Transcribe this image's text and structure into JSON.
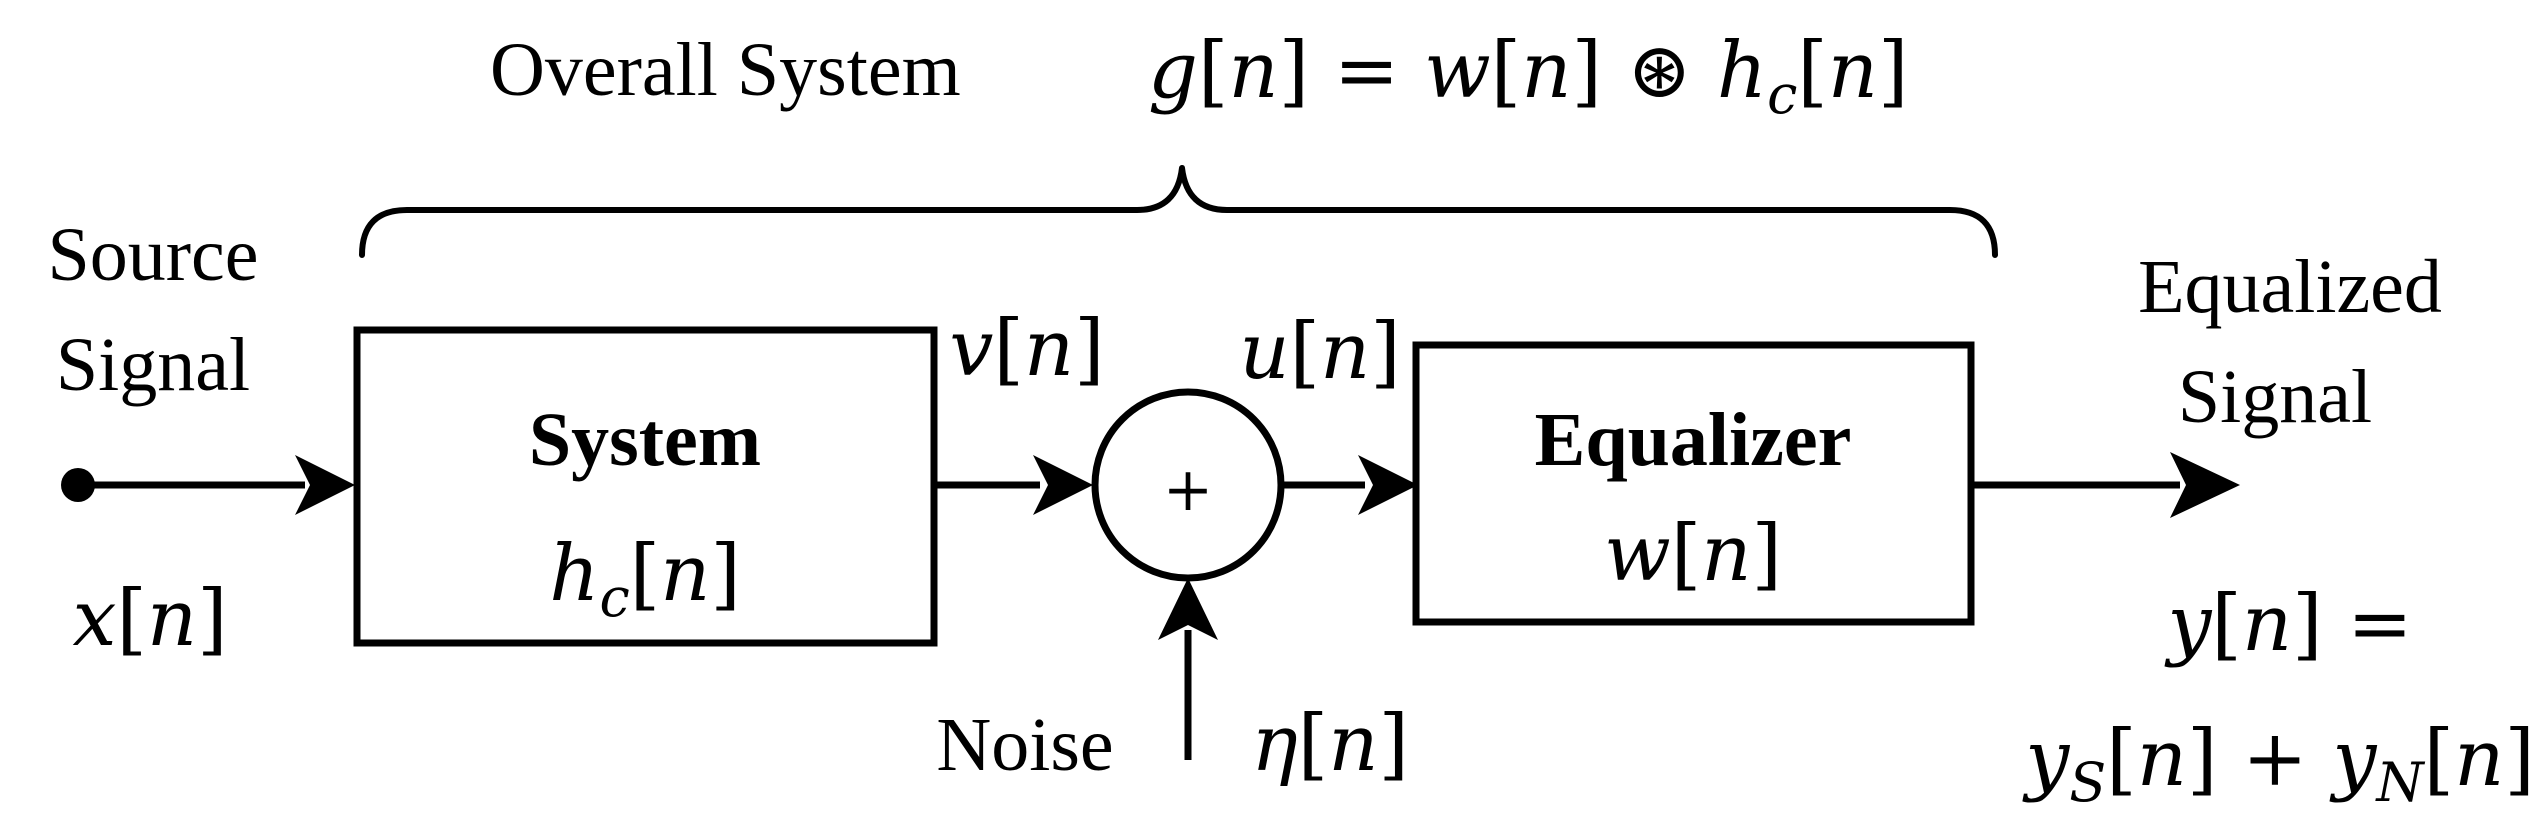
{
  "header": {
    "title": "Overall System",
    "overall_eq": [
      {
        "t": "g",
        "i": true
      },
      {
        "t": "[",
        "i": false
      },
      {
        "t": "n",
        "i": true
      },
      {
        "t": "] = ",
        "i": false
      },
      {
        "t": "w",
        "i": true
      },
      {
        "t": "[",
        "i": false
      },
      {
        "t": "n",
        "i": true
      },
      {
        "t": "] ⊛ ",
        "i": false
      },
      {
        "t": "h",
        "i": true
      },
      {
        "t": "c",
        "i": true,
        "sub": true
      },
      {
        "t": "[",
        "i": false
      },
      {
        "t": "n",
        "i": true
      },
      {
        "t": "]",
        "i": false
      }
    ]
  },
  "source": {
    "line1": "Source",
    "line2": "Signal",
    "var": [
      {
        "t": "x",
        "i": true
      },
      {
        "t": "[",
        "i": false
      },
      {
        "t": "n",
        "i": true
      },
      {
        "t": "]",
        "i": false
      }
    ]
  },
  "system_block": {
    "title": "System",
    "expr": [
      {
        "t": "h",
        "i": true
      },
      {
        "t": "c",
        "i": true,
        "sub": true
      },
      {
        "t": "[",
        "i": false
      },
      {
        "t": "n",
        "i": true
      },
      {
        "t": "]",
        "i": false
      }
    ]
  },
  "signal_v": [
    {
      "t": "v",
      "i": true
    },
    {
      "t": "[",
      "i": false
    },
    {
      "t": "n",
      "i": true
    },
    {
      "t": "]",
      "i": false
    }
  ],
  "signal_u": [
    {
      "t": "u",
      "i": true
    },
    {
      "t": "[",
      "i": false
    },
    {
      "t": "n",
      "i": true
    },
    {
      "t": "]",
      "i": false
    }
  ],
  "adder": {
    "symbol": "+"
  },
  "noise": {
    "label": "Noise",
    "var": [
      {
        "t": "η",
        "i": true
      },
      {
        "t": "[",
        "i": false
      },
      {
        "t": "n",
        "i": true
      },
      {
        "t": "]",
        "i": false
      }
    ]
  },
  "equalizer_block": {
    "title": "Equalizer",
    "expr": [
      {
        "t": "w",
        "i": true
      },
      {
        "t": "[",
        "i": false
      },
      {
        "t": "n",
        "i": true
      },
      {
        "t": "]",
        "i": false
      }
    ]
  },
  "output": {
    "line1": "Equalized",
    "line2": "Signal",
    "eq_line1": [
      {
        "t": "y",
        "i": true
      },
      {
        "t": "[",
        "i": false
      },
      {
        "t": "n",
        "i": true
      },
      {
        "t": "] =",
        "i": false
      }
    ],
    "eq_line2": [
      {
        "t": "y",
        "i": true
      },
      {
        "t": "S",
        "i": true,
        "sub": true
      },
      {
        "t": "[",
        "i": false
      },
      {
        "t": "n",
        "i": true
      },
      {
        "t": "] + ",
        "i": false
      },
      {
        "t": "y",
        "i": true
      },
      {
        "t": "N",
        "i": true,
        "sub": true
      },
      {
        "t": "[",
        "i": false
      },
      {
        "t": "n",
        "i": true
      },
      {
        "t": "]",
        "i": false
      }
    ]
  }
}
